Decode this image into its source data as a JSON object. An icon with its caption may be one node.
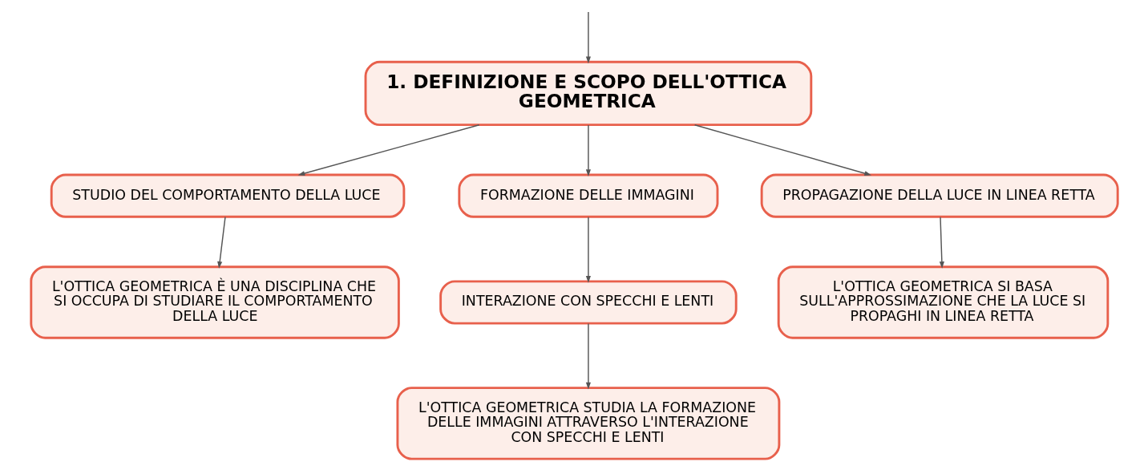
{
  "diagram": {
    "nodes": [
      {
        "text": [
          "1. DEFINIZIONE E SCOPO DELL'OTTICA GEOMETRICA"
        ]
      },
      {
        "text": [
          "STUDIO DEL COMPORTAMENTO DELLA LUCE"
        ]
      },
      {
        "text": [
          "FORMAZIONE DELLE IMMAGINI"
        ]
      },
      {
        "text": [
          "PROPAGAZIONE DELLA LUCE IN LINEA RETTA"
        ]
      },
      {
        "text": [
          "L'OTTICA GEOMETRICA È UNA DISCIPLINA CHE SI OCCUPA DI STUDIARE IL COMPORTAMENTO DELLA LUCE"
        ]
      },
      {
        "text": [
          "INTERAZIONE CON SPECCHI E LENTI"
        ]
      },
      {
        "text": [
          "L'OTTICA GEOMETRICA SI BASA SULL'APPROSSIMAZIONE CHE LA LUCE SI PROPAGHI IN LINEA RETTA"
        ]
      },
      {
        "text": [
          "L'OTTICA GEOMETRICA STUDIA LA FORMAZIONE DELLE IMMAGINI ATTRAVERSO L'INTERAZIONE CON SPECCHI E LENTI"
        ]
      }
    ],
    "edges": [
      {
        "from": null,
        "to": 0,
        "arrow": "to"
      },
      {
        "from": 0,
        "to": 1,
        "arrow": "to"
      },
      {
        "from": 0,
        "to": 2,
        "arrow": "to"
      },
      {
        "from": 0,
        "to": 3,
        "arrow": "to"
      },
      {
        "from": 1,
        "to": 4,
        "arrow": "to"
      },
      {
        "from": 2,
        "to": 5,
        "arrow": "to"
      },
      {
        "from": 3,
        "to": 6,
        "arrow": "to"
      },
      {
        "from": 5,
        "to": 7,
        "arrow": "to"
      }
    ]
  }
}
